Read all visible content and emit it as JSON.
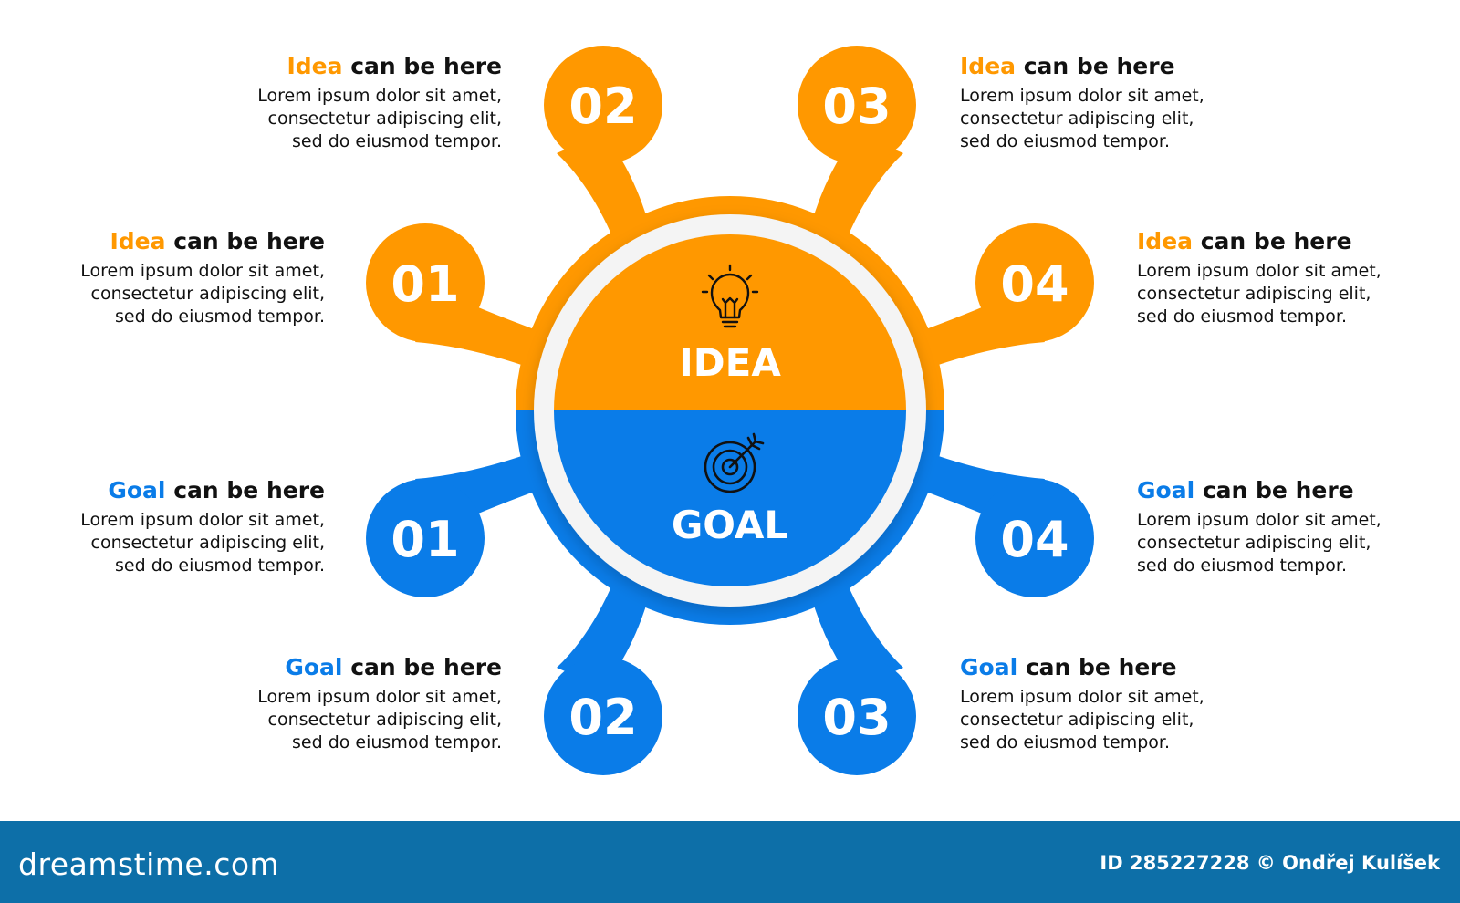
{
  "center": {
    "idea_label": "IDEA",
    "goal_label": "GOAL"
  },
  "nodes": {
    "idea": [
      "01",
      "02",
      "03",
      "04"
    ],
    "goal": [
      "01",
      "02",
      "03",
      "04"
    ]
  },
  "items": {
    "idea_01": {
      "keyword": "Idea",
      "rest": " can be here",
      "desc": "Lorem ipsum dolor sit amet,\nconsectetur adipiscing elit,\nsed do eiusmod tempor."
    },
    "idea_02": {
      "keyword": "Idea",
      "rest": " can be here",
      "desc": "Lorem ipsum dolor sit amet,\nconsectetur adipiscing elit,\nsed do eiusmod tempor."
    },
    "idea_03": {
      "keyword": "Idea",
      "rest": " can be here",
      "desc": "Lorem ipsum dolor sit amet,\nconsectetur adipiscing elit,\nsed do eiusmod tempor."
    },
    "idea_04": {
      "keyword": "Idea",
      "rest": " can be here",
      "desc": "Lorem ipsum dolor sit amet,\nconsectetur adipiscing elit,\nsed do eiusmod tempor."
    },
    "goal_01": {
      "keyword": "Goal",
      "rest": " can be here",
      "desc": "Lorem ipsum dolor sit amet,\nconsectetur adipiscing elit,\nsed do eiusmod tempor."
    },
    "goal_02": {
      "keyword": "Goal",
      "rest": " can be here",
      "desc": "Lorem ipsum dolor sit amet,\nconsectetur adipiscing elit,\nsed do eiusmod tempor."
    },
    "goal_03": {
      "keyword": "Goal",
      "rest": " can be here",
      "desc": "Lorem ipsum dolor sit amet,\nconsectetur adipiscing elit,\nsed do eiusmod tempor."
    },
    "goal_04": {
      "keyword": "Goal",
      "rest": " can be here",
      "desc": "Lorem ipsum dolor sit amet,\nconsectetur adipiscing elit,\nsed do eiusmod tempor."
    }
  },
  "icons": {
    "idea": "lightbulb-icon",
    "goal": "target-icon"
  },
  "colors": {
    "idea": "#FF9800",
    "goal": "#0A7CE8",
    "footer": "#0D6FA8",
    "ring": "#F2F2F2"
  },
  "footer": {
    "brand": "dreamstime.com",
    "credit": "ID 285227228 © Ondřej Kulíšek"
  }
}
